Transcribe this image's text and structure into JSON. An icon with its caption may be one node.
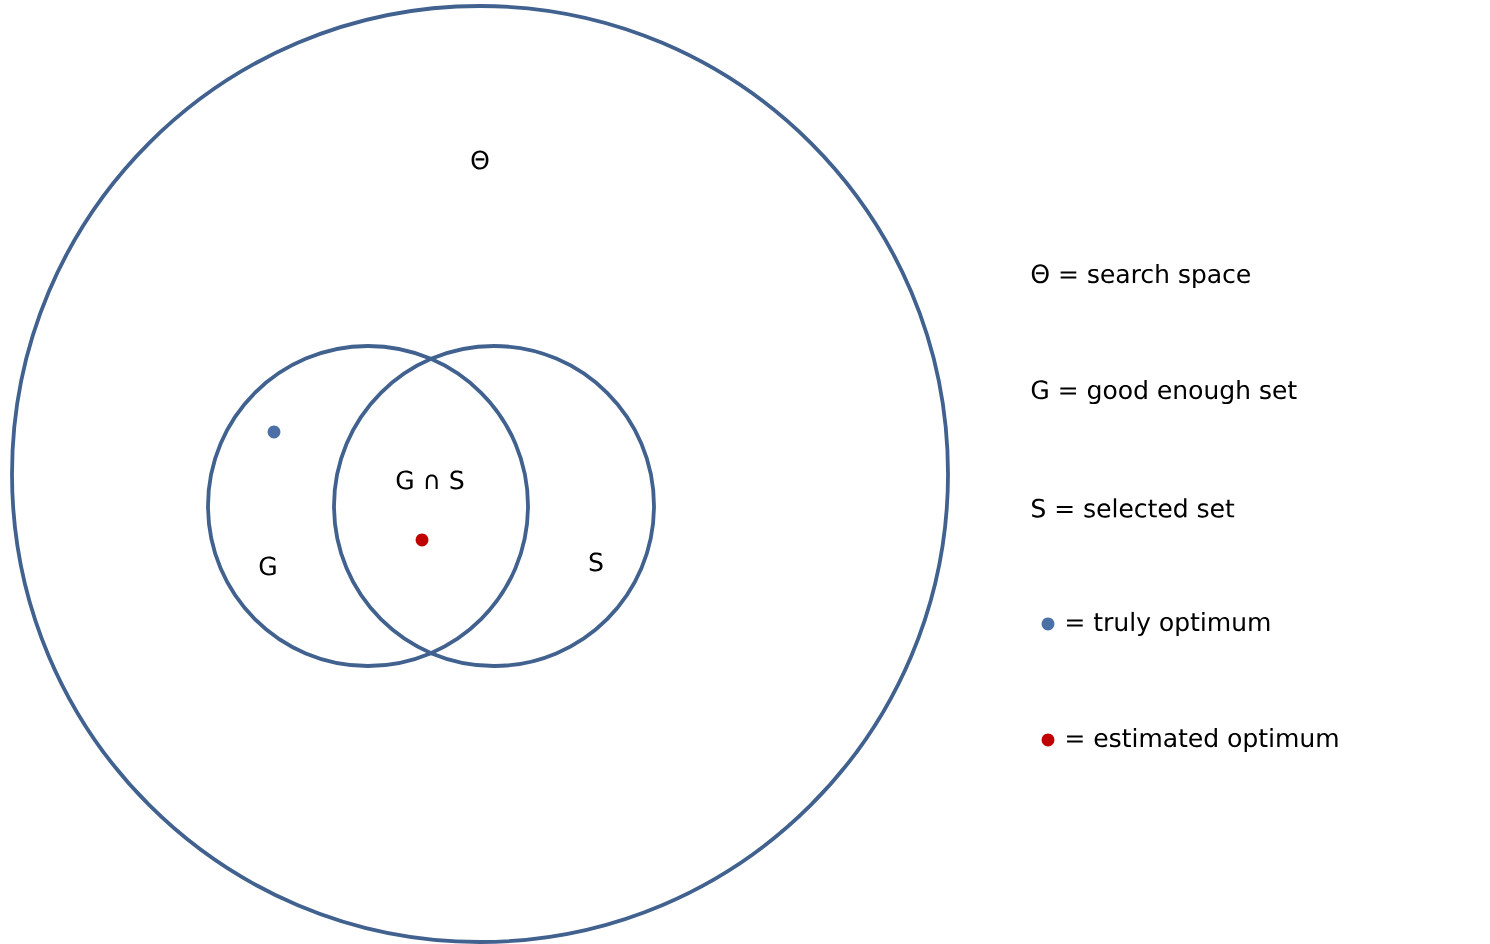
{
  "diagram": {
    "nodes": [
      {
        "text": [
          "Θ"
        ]
      },
      {
        "text": [
          "G"
        ],
        "in": 0
      },
      {
        "text": [
          "S"
        ],
        "in": 0
      }
    ],
    "edges": [],
    "labels": [
      "G ∩ S"
    ],
    "legend": [
      {
        "text": "Θ = search space"
      },
      {
        "text": "G = good enough set"
      },
      {
        "text": "S = selected set"
      },
      {
        "text": "= truly optimum",
        "color": "#4a70a6"
      },
      {
        "text": "= estimated optimum",
        "color": "#c00000"
      }
    ]
  }
}
